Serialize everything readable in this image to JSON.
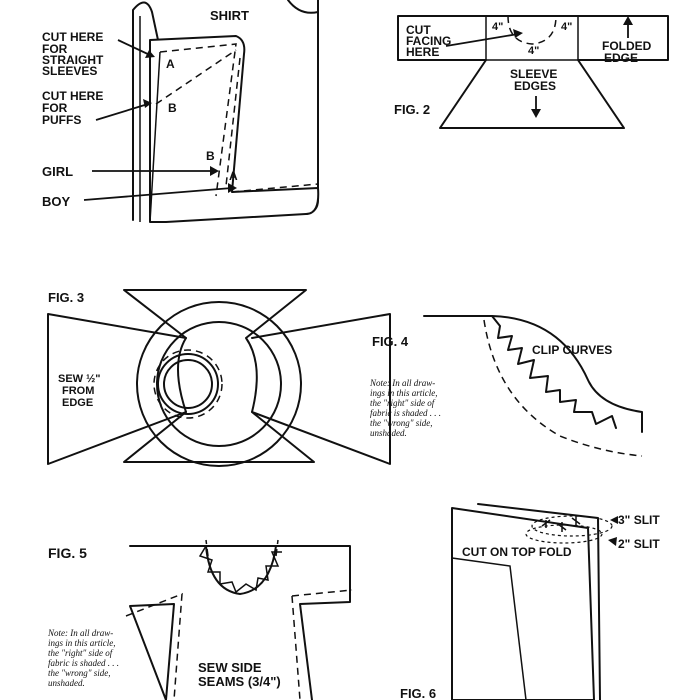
{
  "fig1": {
    "shirt": "SHIRT",
    "cut_straight": [
      "CUT HERE",
      "FOR",
      "STRAIGHT",
      "SLEEVES"
    ],
    "cut_puffs": [
      "CUT HERE",
      "FOR",
      "PUFFS"
    ],
    "girl": "GIRL",
    "boy": "BOY",
    "point_a": "A",
    "point_b": "B"
  },
  "fig2": {
    "title": "FIG. 2",
    "cut_facing": [
      "CUT",
      "FACING",
      "HERE"
    ],
    "folded_edge": [
      "FOLDED",
      "EDGE"
    ],
    "sleeve_edges": [
      "SLEEVE",
      "EDGES"
    ],
    "dim_4": "4\""
  },
  "fig3": {
    "title": "FIG. 3",
    "sew_note": [
      "SEW ½\"",
      "FROM",
      "EDGE"
    ]
  },
  "fig4": {
    "title": "FIG. 4",
    "clip_curves": "CLIP CURVES",
    "note": [
      "Note: In all draw-",
      "ings in this article,",
      "the \"right\" side of",
      "fabric is shaded . . .",
      "the \"wrong\" side,",
      "unshaded."
    ]
  },
  "fig5": {
    "title": "FIG. 5",
    "sew_side": [
      "SEW SIDE",
      "SEAMS (3/4\")"
    ],
    "note": [
      "Note: In all draw-",
      "ings in this article,",
      "the \"right\" side of",
      "fabric is shaded . . .",
      "the \"wrong\" side,",
      "unshaded."
    ]
  },
  "fig6": {
    "title": "FIG. 6",
    "cut_top_fold": "CUT ON TOP FOLD",
    "slit_3": "3\" SLIT",
    "slit_2": "2\" SLIT"
  }
}
